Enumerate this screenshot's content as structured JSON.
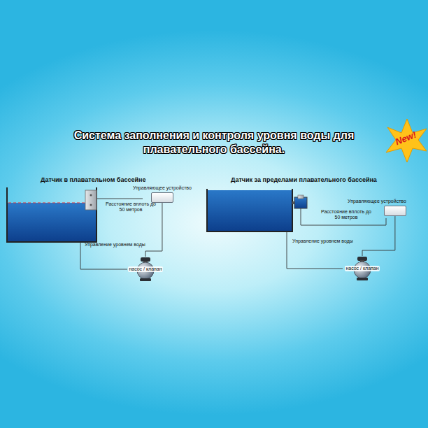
{
  "diagram": {
    "title": "Система заполнения и контроля уровня воды для плавательного бассейна.",
    "nodes": [
      {
        "text": [
          "Управляющее устройство"
        ]
      },
      {
        "text": [
          "насос / клапан"
        ]
      },
      {
        "text": [
          "Управляющее устройство"
        ]
      },
      {
        "text": [
          "насос / клапан"
        ]
      }
    ],
    "edges": [
      {
        "from": 0,
        "to": 1,
        "arrow": "none"
      },
      {
        "from": 2,
        "to": 3,
        "arrow": "none"
      }
    ],
    "labels": [
      "Датчик в плавательном бассейне",
      "Расстояние вплоть до 50 метров",
      "Управление уровнем воды",
      "Датчик за пределами плавательного бассейна",
      "Расстояние вплоть до 50 метров",
      "Управление уровнем воды",
      "New!"
    ]
  }
}
